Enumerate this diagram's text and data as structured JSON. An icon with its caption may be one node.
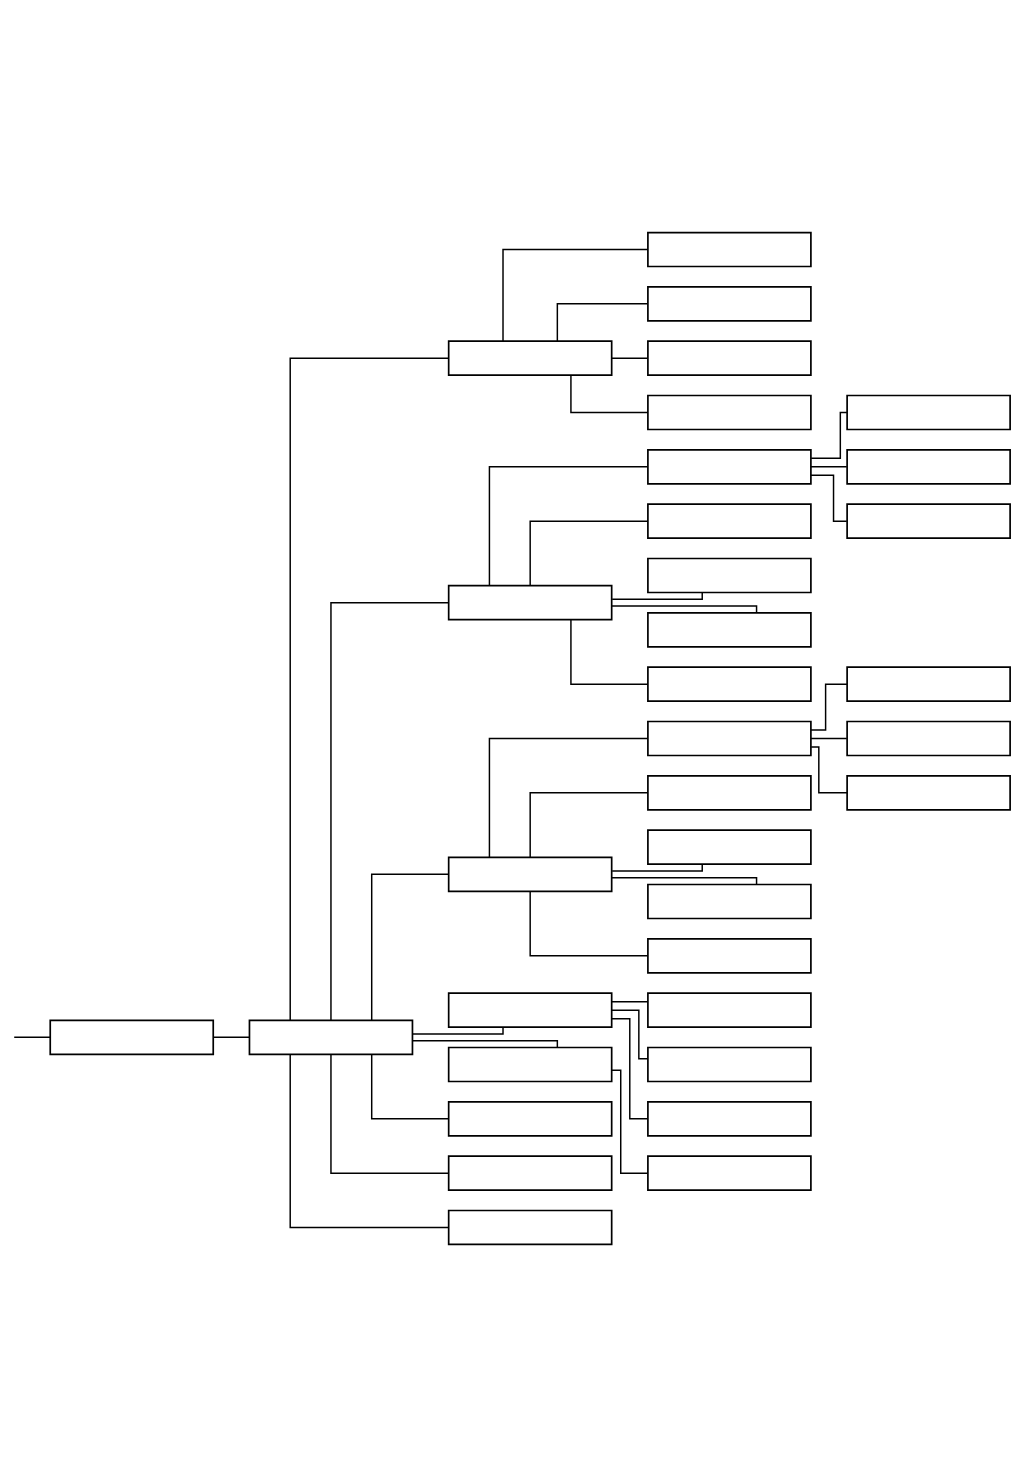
{
  "diagram": {
    "nodes": [
      {
        "text": [],
        "shape": "box"
      },
      {
        "text": [],
        "shape": "box"
      },
      {
        "text": [],
        "shape": "box"
      },
      {
        "text": [],
        "shape": "box"
      },
      {
        "text": [],
        "shape": "box"
      },
      {
        "text": [],
        "shape": "box"
      },
      {
        "text": [],
        "shape": "box"
      },
      {
        "text": [],
        "shape": "box"
      },
      {
        "text": [],
        "shape": "box"
      },
      {
        "text": [],
        "shape": "box"
      },
      {
        "text": [],
        "shape": "box"
      },
      {
        "text": [],
        "shape": "box"
      },
      {
        "text": [],
        "shape": "box"
      },
      {
        "text": [],
        "shape": "box"
      },
      {
        "text": [],
        "shape": "box"
      },
      {
        "text": [],
        "shape": "box"
      },
      {
        "text": [],
        "shape": "box"
      },
      {
        "text": [],
        "shape": "box"
      },
      {
        "text": [],
        "shape": "box"
      },
      {
        "text": [],
        "shape": "box"
      },
      {
        "text": [],
        "shape": "box"
      },
      {
        "text": [],
        "shape": "box"
      },
      {
        "text": [],
        "shape": "box"
      },
      {
        "text": [],
        "shape": "box"
      },
      {
        "text": [],
        "shape": "box"
      },
      {
        "text": [],
        "shape": "box"
      },
      {
        "text": [],
        "shape": "box"
      },
      {
        "text": [],
        "shape": "box"
      },
      {
        "text": [],
        "shape": "box"
      },
      {
        "text": [],
        "shape": "box"
      },
      {
        "text": [],
        "shape": "box"
      },
      {
        "text": [],
        "shape": "box"
      },
      {
        "text": [],
        "shape": "box"
      },
      {
        "text": [],
        "shape": "box"
      }
    ],
    "edges": [
      {
        "from": null,
        "to": 0,
        "arrow": "none"
      },
      {
        "from": 0,
        "to": 1,
        "arrow": "none"
      },
      {
        "from": 1,
        "to": 2,
        "arrow": "none"
      },
      {
        "from": 2,
        "to": 3,
        "arrow": "none"
      },
      {
        "from": 2,
        "to": 4,
        "arrow": "none"
      },
      {
        "from": 2,
        "to": 5,
        "arrow": "none"
      },
      {
        "from": 2,
        "to": 6,
        "arrow": "none"
      },
      {
        "from": 1,
        "to": 7,
        "arrow": "none"
      },
      {
        "from": 7,
        "to": 8,
        "arrow": "none"
      },
      {
        "from": 8,
        "to": 9,
        "arrow": "none"
      },
      {
        "from": 8,
        "to": 11,
        "arrow": "none"
      },
      {
        "from": 8,
        "to": 13,
        "arrow": "none"
      },
      {
        "from": 7,
        "to": 10,
        "arrow": "none"
      },
      {
        "from": 7,
        "to": 12,
        "arrow": "none"
      },
      {
        "from": 7,
        "to": 14,
        "arrow": "none"
      },
      {
        "from": 7,
        "to": 15,
        "arrow": "none"
      },
      {
        "from": 1,
        "to": 16,
        "arrow": "none"
      },
      {
        "from": 16,
        "to": 17,
        "arrow": "none"
      },
      {
        "from": 17,
        "to": 18,
        "arrow": "none"
      },
      {
        "from": 17,
        "to": 20,
        "arrow": "none"
      },
      {
        "from": 17,
        "to": 22,
        "arrow": "none"
      },
      {
        "from": 16,
        "to": 19,
        "arrow": "none"
      },
      {
        "from": 16,
        "to": 21,
        "arrow": "none"
      },
      {
        "from": 16,
        "to": 23,
        "arrow": "none"
      },
      {
        "from": 16,
        "to": 24,
        "arrow": "none"
      },
      {
        "from": 1,
        "to": 25,
        "arrow": "none"
      },
      {
        "from": 25,
        "to": 26,
        "arrow": "none"
      },
      {
        "from": 25,
        "to": 27,
        "arrow": "none"
      },
      {
        "from": 25,
        "to": 28,
        "arrow": "none"
      },
      {
        "from": 1,
        "to": 29,
        "arrow": "none"
      },
      {
        "from": 29,
        "to": 30,
        "arrow": "none"
      },
      {
        "from": 1,
        "to": 31,
        "arrow": "none"
      },
      {
        "from": 1,
        "to": 32,
        "arrow": "none"
      },
      {
        "from": 1,
        "to": 33,
        "arrow": "none"
      }
    ]
  }
}
